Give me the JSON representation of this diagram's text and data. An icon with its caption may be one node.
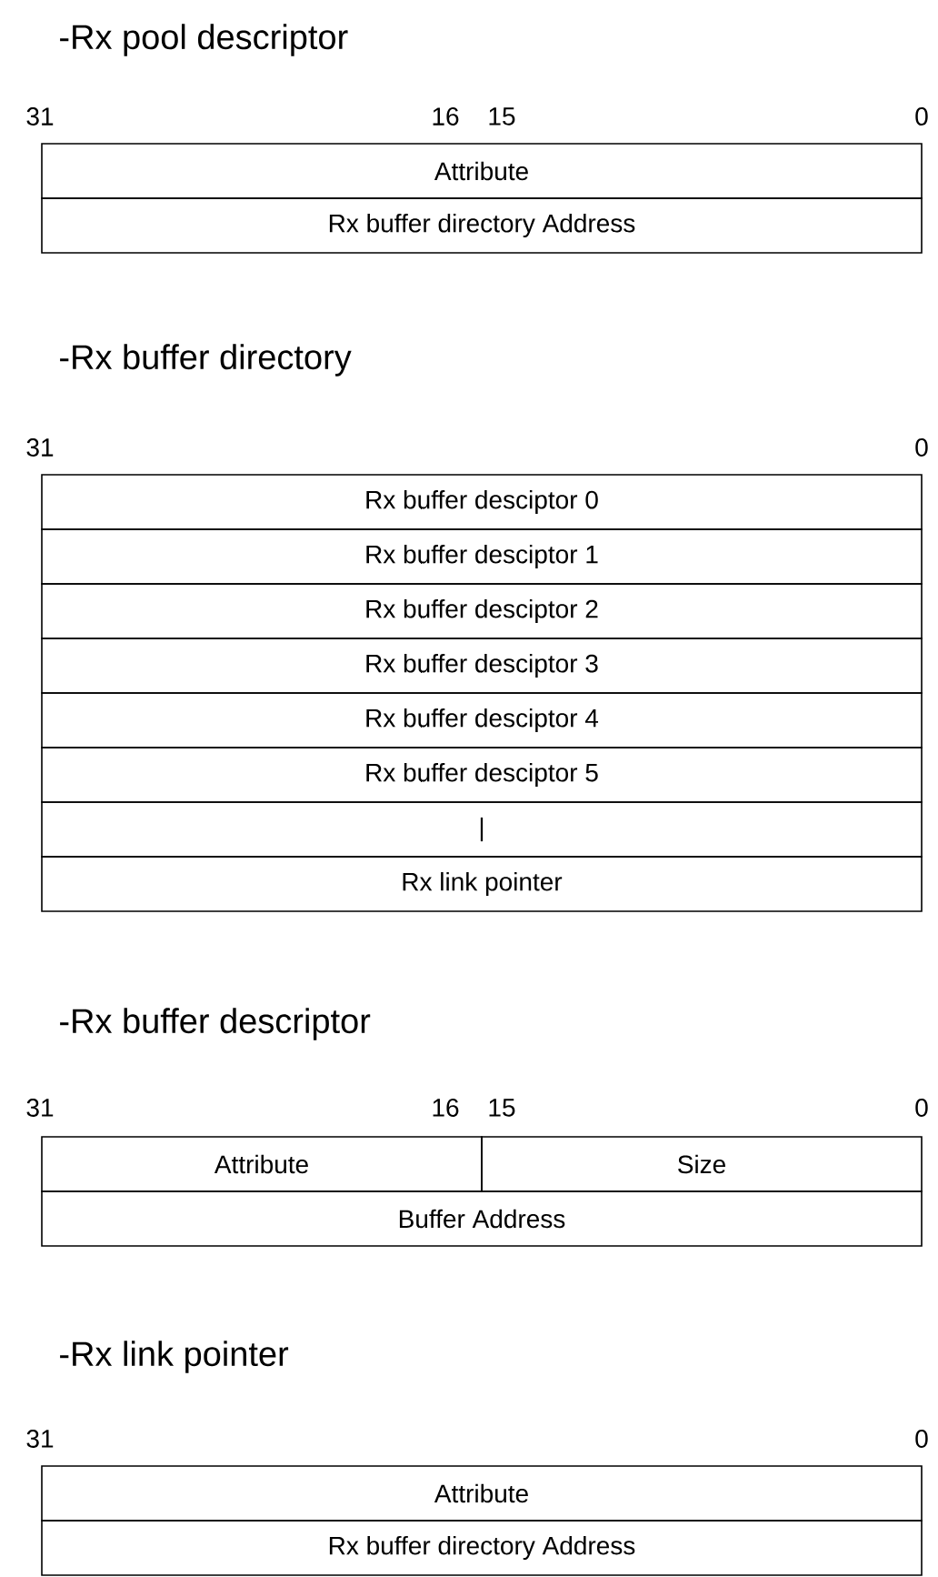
{
  "diagram": {
    "nodes": [
      {
        "text": [
          "Attribute"
        ]
      },
      {
        "text": [
          "Rx buffer directory Address"
        ]
      },
      {
        "text": [
          "Rx buffer desciptor 0"
        ]
      },
      {
        "text": [
          "Rx buffer desciptor 1"
        ]
      },
      {
        "text": [
          "Rx buffer desciptor 2"
        ]
      },
      {
        "text": [
          "Rx buffer desciptor 3"
        ]
      },
      {
        "text": [
          "Rx buffer desciptor 4"
        ]
      },
      {
        "text": [
          "Rx buffer desciptor 5"
        ]
      },
      {
        "text": [
          "|"
        ]
      },
      {
        "text": [
          "Rx link pointer"
        ]
      },
      {
        "text": [
          "Attribute"
        ]
      },
      {
        "text": [
          "Size"
        ]
      },
      {
        "text": [
          "Buffer Address"
        ]
      },
      {
        "text": [
          "Attribute"
        ]
      },
      {
        "text": [
          "Rx buffer directory Address"
        ]
      }
    ],
    "labels": [
      "-Rx pool descriptor",
      "31",
      "16",
      "15",
      "0",
      "-Rx buffer directory",
      "31",
      "0",
      "-Rx buffer descriptor",
      "31",
      "16",
      "15",
      "0",
      "-Rx link pointer",
      "31",
      "0"
    ]
  }
}
